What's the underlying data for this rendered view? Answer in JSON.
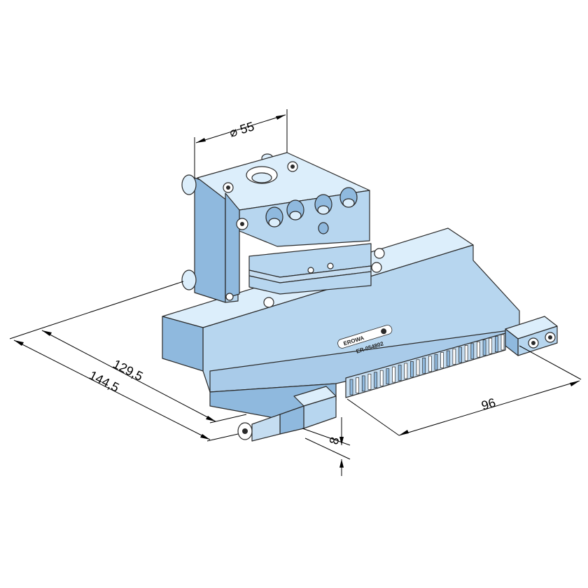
{
  "colors": {
    "face_top": "#dceefb",
    "face_front": "#b7d6ef",
    "face_side": "#8fb9de",
    "face_dark": "#6f9fc9",
    "edge": "#2a2a2a"
  },
  "dimensions": {
    "diameter": "⌀ 55",
    "depth_inner": "129,5",
    "depth_outer": "144,5",
    "width": "96",
    "height": "8"
  },
  "part": {
    "marking": "ER-054802",
    "logo": "EROWA"
  }
}
